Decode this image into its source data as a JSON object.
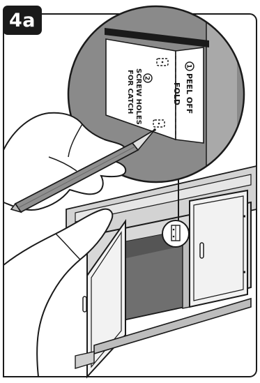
{
  "step": {
    "label": "4a"
  },
  "label": {
    "peel_off": "PEEL OFF",
    "fold": "FOLD",
    "screw_holes_line1": "SCREW HOLES",
    "screw_holes_line2": "FOR CATCH",
    "num_1": "1",
    "num_2": "2"
  },
  "colors": {
    "ink": "#1a1a1a",
    "wall_gray": "#8a8a8a",
    "cabinet_interior": "#6f6f6f",
    "cabinet_face": "#d3d3d3",
    "paper": "#ffffff"
  },
  "icons": [
    "pencil-icon",
    "hand-icon",
    "cabinet-icon",
    "template-sticker-icon"
  ]
}
